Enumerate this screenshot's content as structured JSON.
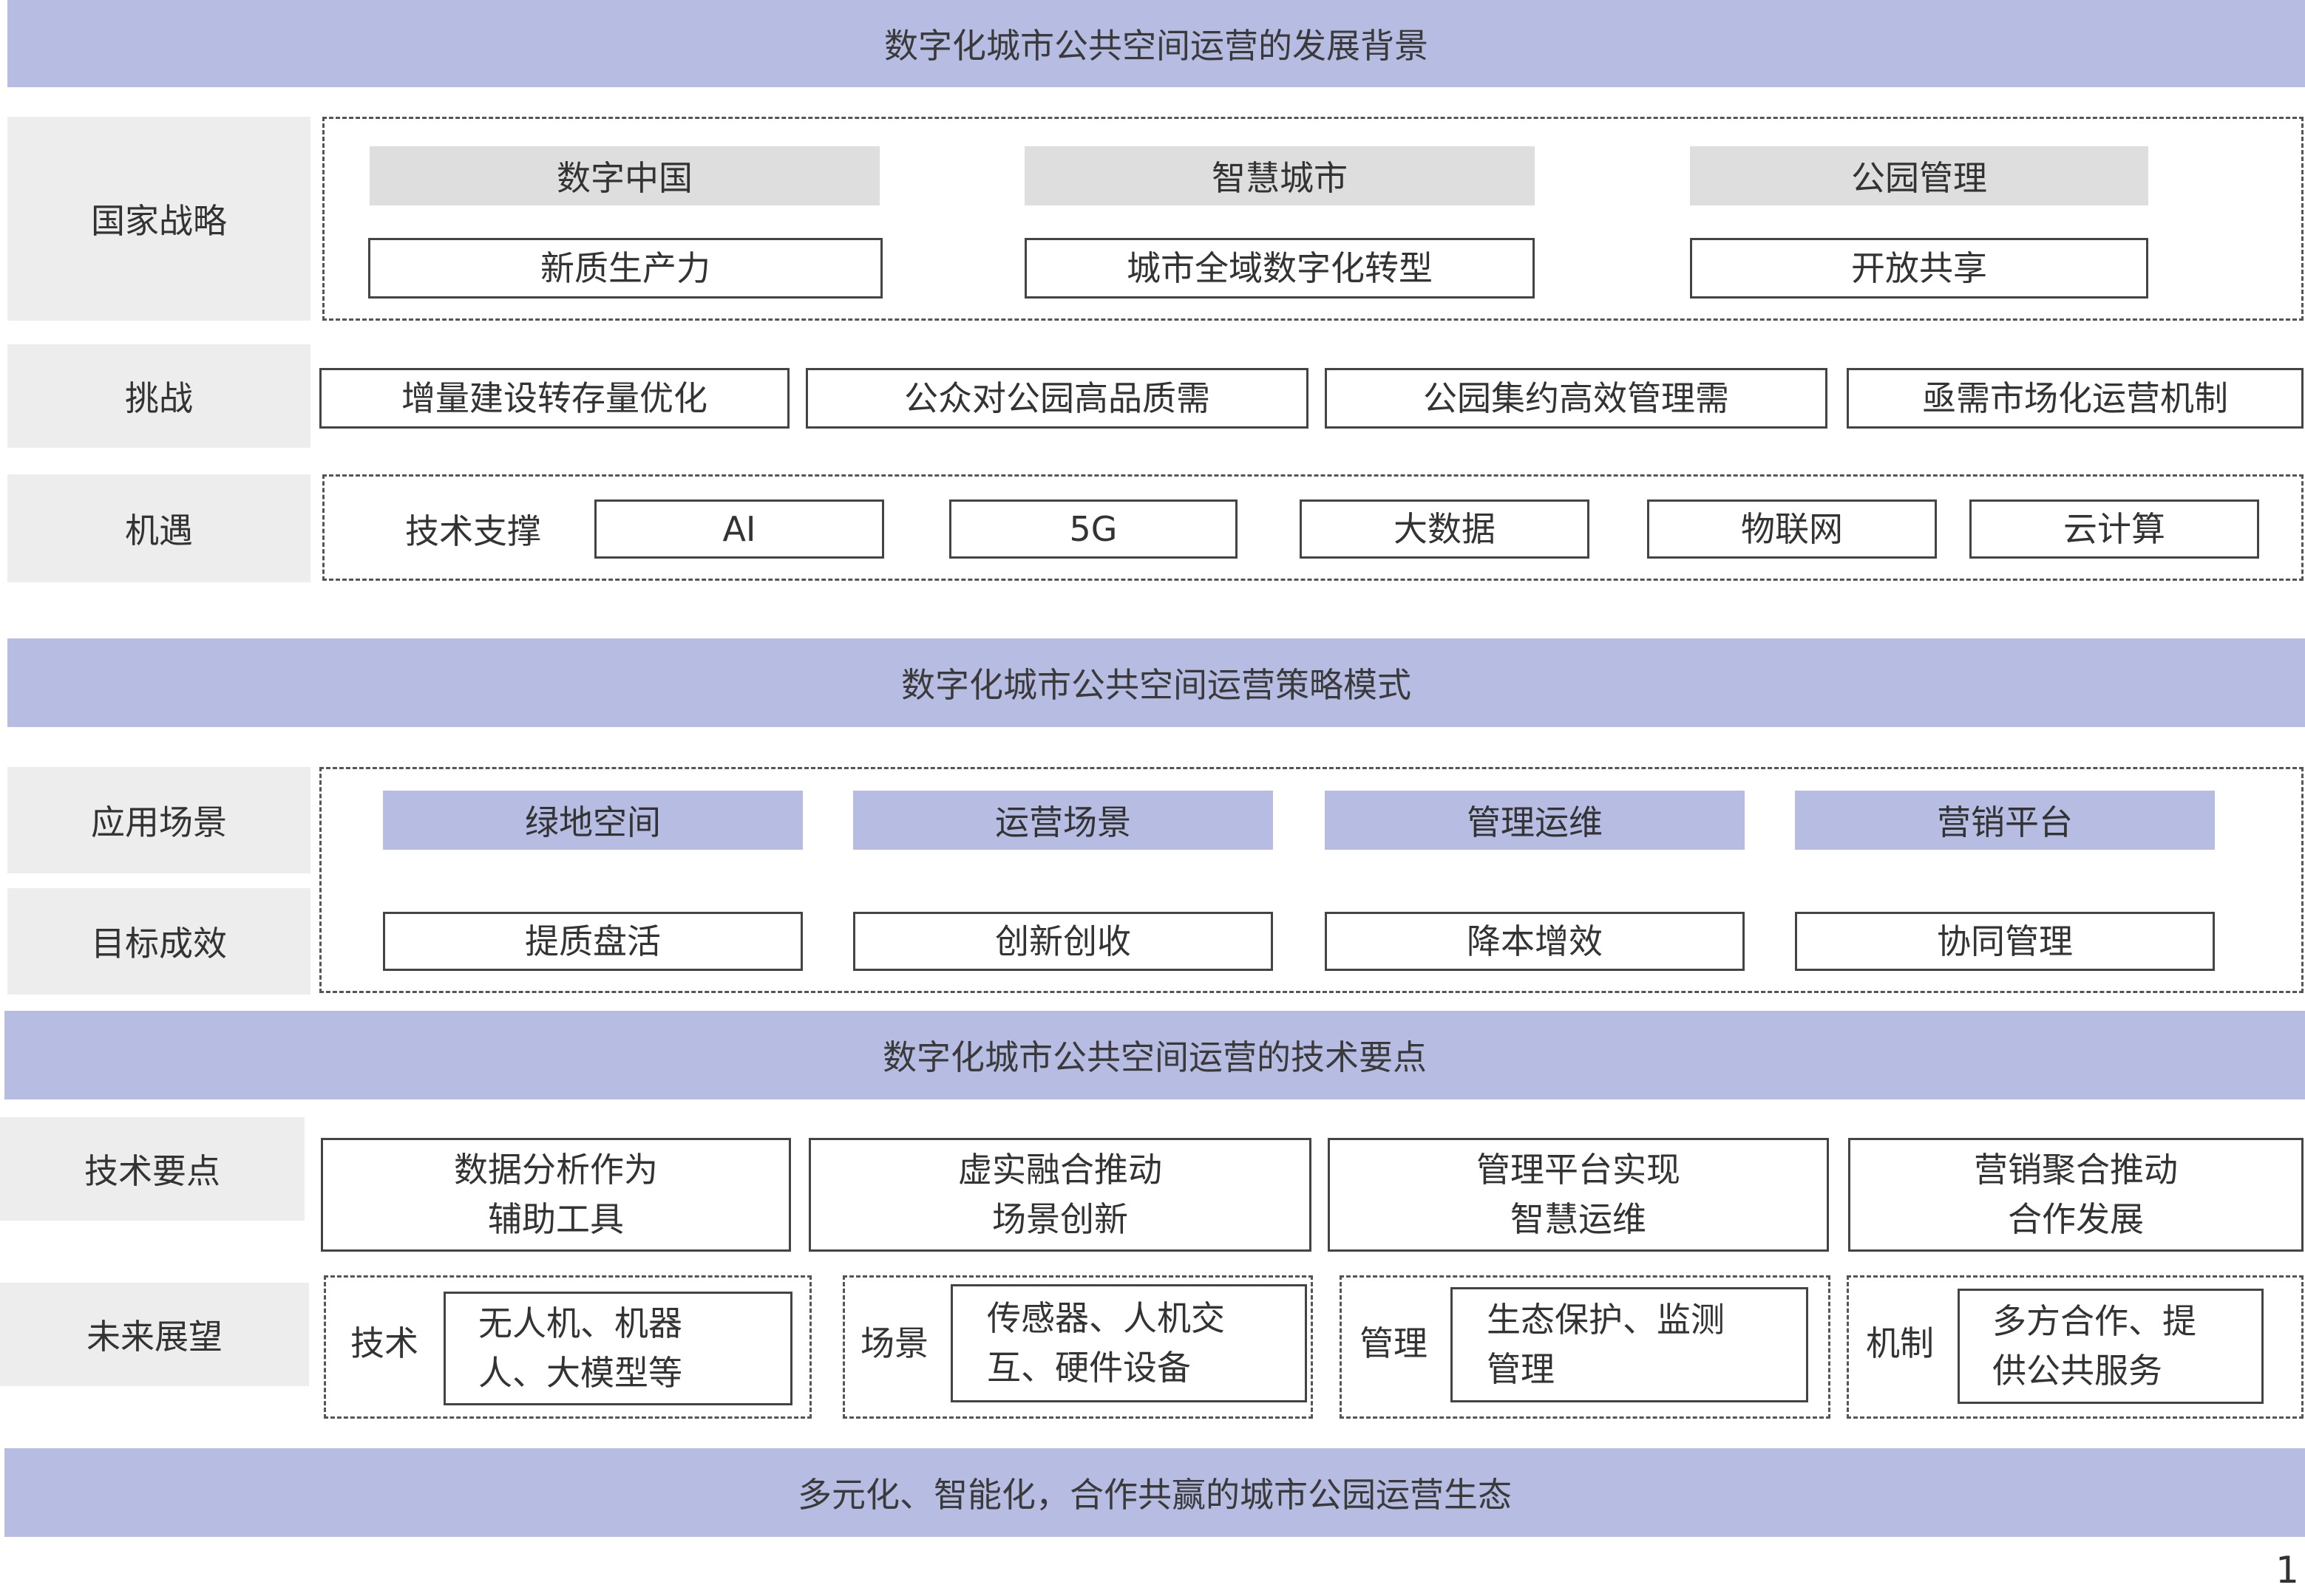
{
  "sections": {
    "background_title": "数字化城市公共空间运营的发展背景",
    "strategy_title": "数字化城市公共空间运营策略模式",
    "tech_title": "数字化城市公共空间运营的技术要点",
    "ecosystem_title": "多元化、智能化，合作共赢的城市公园运营生态"
  },
  "national_strategy": {
    "label": "国家战略",
    "top": [
      "数字中国",
      "智慧城市",
      "公园管理"
    ],
    "bottom": [
      "新质生产力",
      "城市全域数字化转型",
      "开放共享"
    ]
  },
  "challenges": {
    "label": "挑战",
    "items": [
      "增量建设转存量优化",
      "公众对公园高品质需",
      "公园集约高效管理需",
      "亟需市场化运营机制"
    ]
  },
  "opportunities": {
    "label": "机遇",
    "lead": "技术支撑",
    "items": [
      "AI",
      "5G",
      "大数据",
      "物联网",
      "云计算"
    ]
  },
  "scenarios": {
    "label": "应用场景",
    "items": [
      "绿地空间",
      "运营场景",
      "管理运维",
      "营销平台"
    ]
  },
  "goals": {
    "label": "目标成效",
    "items": [
      "提质盘活",
      "创新创收",
      "降本增效",
      "协同管理"
    ]
  },
  "tech_points": {
    "label": "技术要点",
    "items": [
      [
        "数据分析作为",
        "辅助工具"
      ],
      [
        "虚实融合推动",
        "场景创新"
      ],
      [
        "管理平台实现",
        "智慧运维"
      ],
      [
        "营销聚合推动",
        "合作发展"
      ]
    ]
  },
  "outlook": {
    "label": "未来展望",
    "groups": [
      {
        "tag": "技术",
        "lines": [
          "无人机、机器",
          "人、大模型等"
        ]
      },
      {
        "tag": "场景",
        "lines": [
          "传感器、人机交",
          "互、硬件设备"
        ]
      },
      {
        "tag": "管理",
        "lines": [
          "生态保护、监测",
          "管理"
        ]
      },
      {
        "tag": "机制",
        "lines": [
          "多方合作、提",
          "供公共服务"
        ]
      }
    ]
  },
  "page_number": "1"
}
